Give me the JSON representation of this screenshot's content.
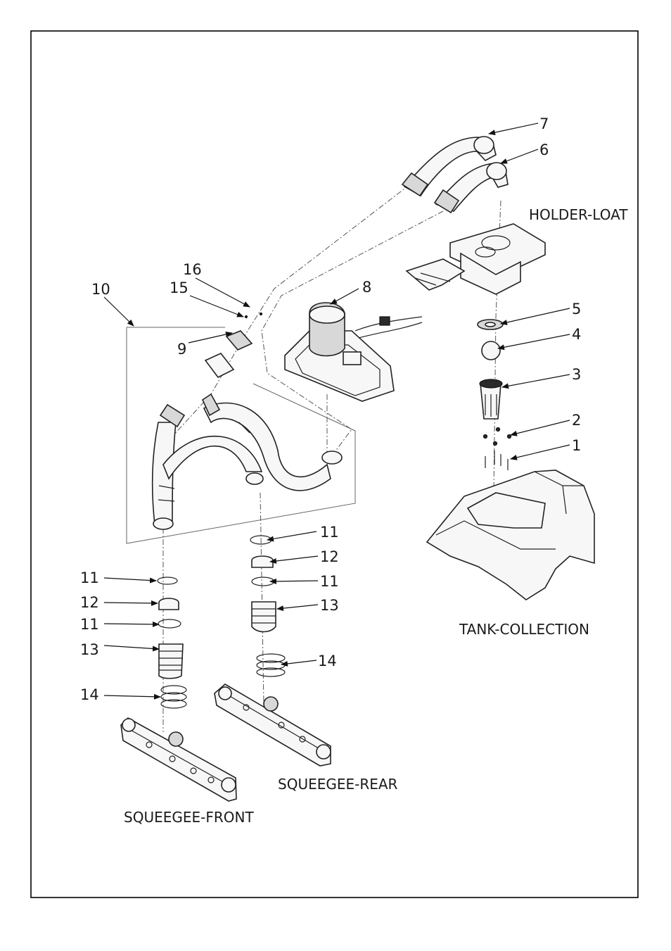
{
  "labels": {
    "holder_loat": "HOLDER-LOAT",
    "tank_collection": "TANK-COLLECTION",
    "squeegee_rear": "SQUEEGEE-REAR",
    "squeegee_front": "SQUEEGEE-FRONT"
  },
  "callouts": {
    "c1": "1",
    "c2": "2",
    "c3": "3",
    "c4": "4",
    "c5": "5",
    "c6": "6",
    "c7": "7",
    "c8": "8",
    "c9": "9",
    "c10": "10",
    "c11_rear_top": "11",
    "c12_rear": "12",
    "c11_rear_bottom": "11",
    "c13_rear": "13",
    "c14_rear": "14",
    "c11_front_top": "11",
    "c12_front": "12",
    "c11_front_bottom": "11",
    "c13_front": "13",
    "c14_front": "14",
    "c15": "15",
    "c16": "16"
  }
}
